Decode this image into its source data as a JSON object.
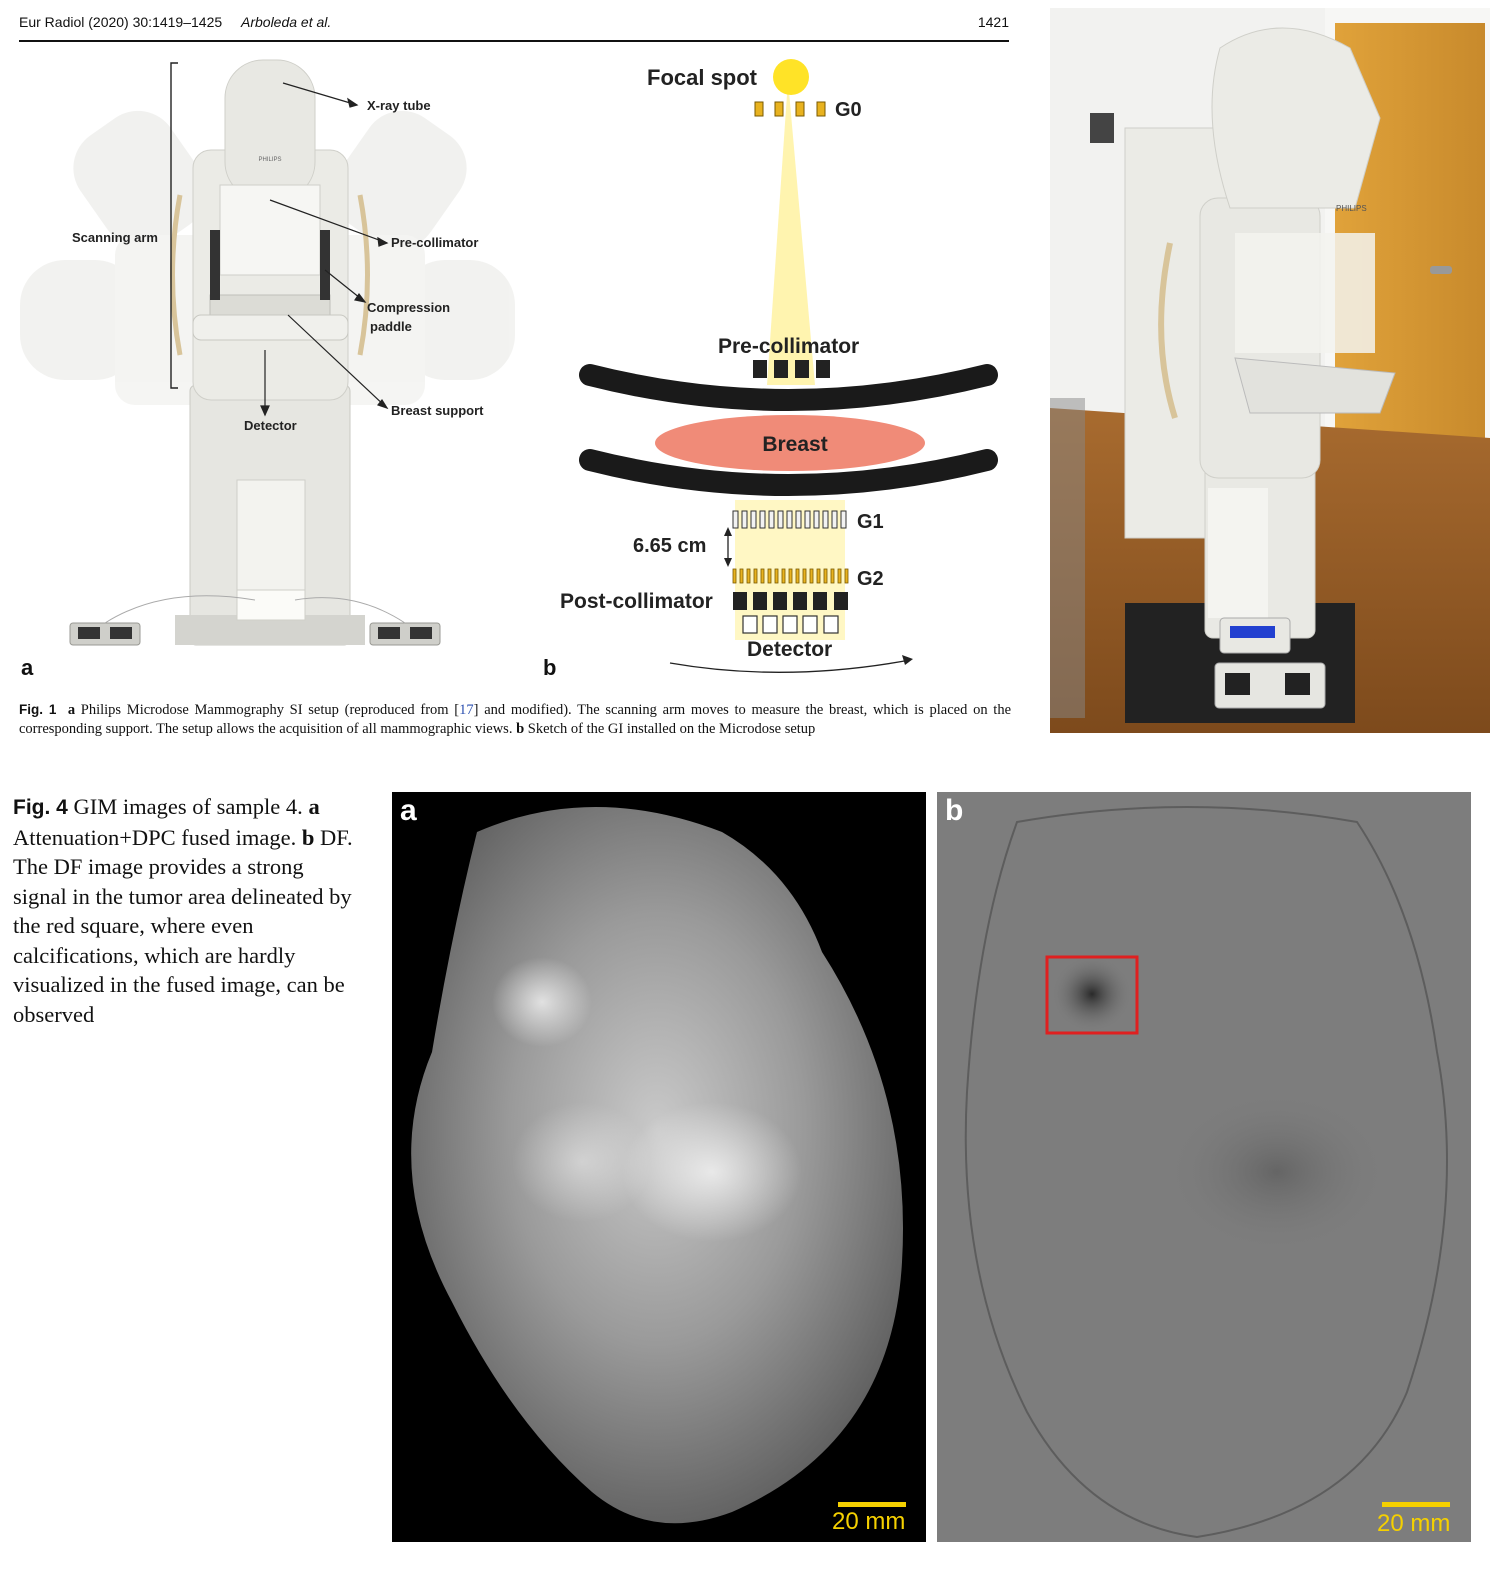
{
  "header": {
    "journal": "Eur Radiol (2020) 30:1419–1425",
    "authors": "Arboleda et al.",
    "page": "1421"
  },
  "fig1": {
    "panel_a": {
      "letter": "a",
      "callouts": {
        "xray_tube": "X-ray tube",
        "scanning_arm": "Scanning arm",
        "pre_collimator": "Pre-collimator",
        "compression_line1": "Compression",
        "compression_line2": "paddle",
        "breast_support": "Breast support",
        "detector": "Detector"
      },
      "brand": "PHILIPS"
    },
    "panel_b": {
      "letter": "b",
      "labels": {
        "focal_spot": "Focal spot",
        "g0": "G0",
        "pre_collimator": "Pre-collimator",
        "breast": "Breast",
        "g1": "G1",
        "distance": "6.65 cm",
        "g2": "G2",
        "post_collimator": "Post-collimator",
        "detector": "Detector"
      },
      "colors": {
        "focal_spot": "#ffe327",
        "grating": "#e8b21f",
        "beam": "#fff3a6",
        "breast": "#f08b78",
        "arm": "#1a1a1a"
      }
    },
    "caption": {
      "label": "Fig. 1",
      "a": "a",
      "text1": " Philips Microdose Mammography SI setup (reproduced from [",
      "ref": "17",
      "text2": "] and modified). The scanning arm moves to measure the breast, which is placed on the corresponding support. The setup allows the acquisition of all mammographic views. ",
      "b": "b",
      "text3": " Sketch of the GI installed on the Microdose setup"
    },
    "photo_brand": "PHILIPS"
  },
  "fig4": {
    "caption": {
      "label": "Fig. 4",
      "text1": " GIM images of sample 4. ",
      "a": "a",
      "text2": " Attenuation+DPC fused image. ",
      "b": "b",
      "text3": " DF. The DF image provides a strong signal in the tumor area delineated by the red square, where even calcifications, which are hardly visualized in the fused image, can be observed"
    },
    "image_a": {
      "letter": "a",
      "scale": "20 mm"
    },
    "image_b": {
      "letter": "b",
      "scale": "20 mm",
      "roi_color": "#e02020"
    }
  }
}
